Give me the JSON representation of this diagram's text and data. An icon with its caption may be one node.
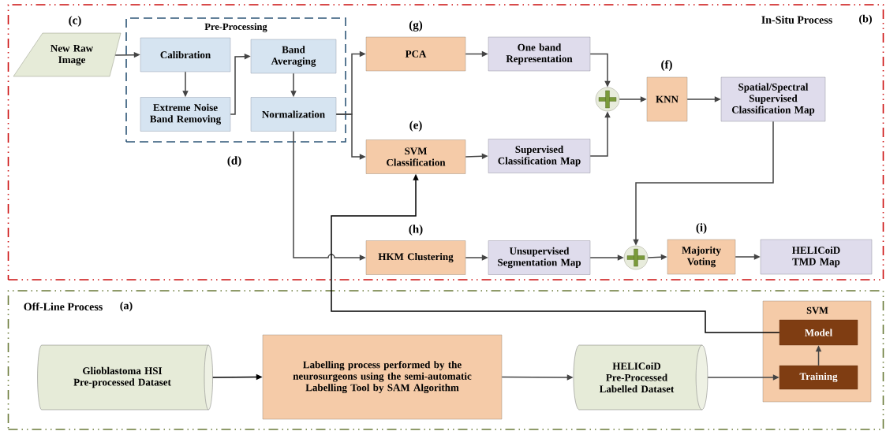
{
  "diagram": {
    "nodes": [
      {
        "text": [
          "In-Situ Process"
        ],
        "beside": [
          "(b)"
        ]
      },
      {
        "text": [
          "Off-Line Process"
        ],
        "beside": [
          "(a)"
        ]
      },
      {
        "text": [
          "New Raw Image"
        ],
        "beside": [
          "(c)"
        ],
        "in": 0
      },
      {
        "text": [
          "Pre-Processing"
        ],
        "beside": [
          "(d)"
        ],
        "in": 0
      },
      {
        "text": [
          "Calibration"
        ],
        "in": 3
      },
      {
        "text": [
          "Extreme Noise Band Removing"
        ],
        "in": 3
      },
      {
        "text": [
          "Band Averaging"
        ],
        "in": 3
      },
      {
        "text": [
          "Normalization"
        ],
        "in": 3
      },
      {
        "text": [
          "PCA"
        ],
        "beside": [
          "(g)"
        ],
        "in": 0
      },
      {
        "text": [
          "One band Representation"
        ],
        "in": 0
      },
      {
        "text": [
          "SVM Classification"
        ],
        "beside": [
          "(e)"
        ],
        "in": 0
      },
      {
        "text": [
          "Supervised Classification Map"
        ],
        "in": 0
      },
      {
        "text": [],
        "shape": "circle",
        "in": 0
      },
      {
        "text": [
          "KNN"
        ],
        "beside": [
          "(f)"
        ],
        "in": 0
      },
      {
        "text": [
          "Spatial/Spectral Supervised Classification Map"
        ],
        "in": 0
      },
      {
        "text": [
          "HKM Clustering"
        ],
        "beside": [
          "(h)"
        ],
        "in": 0
      },
      {
        "text": [
          "Unsupervised Segmentation Map"
        ],
        "in": 0
      },
      {
        "text": [],
        "shape": "circle",
        "in": 0
      },
      {
        "text": [
          "Majority Voting"
        ],
        "beside": [
          "(i)"
        ],
        "in": 0
      },
      {
        "text": [
          "HELICoiD TMD Map"
        ],
        "in": 0
      },
      {
        "text": [
          "Glioblastoma HSI Pre-processed Dataset"
        ],
        "in": 1
      },
      {
        "text": [
          "Labelling process performed by the neurosurgeons using the semi-automatic Labelling Tool by SAM Algorithm"
        ],
        "in": 1
      },
      {
        "text": [
          "HELICoiD Pre-Processed Labelled Dataset"
        ],
        "in": 1
      },
      {
        "text": [
          "SVM"
        ],
        "in": 1
      },
      {
        "text": [
          "Model"
        ],
        "in": 23
      },
      {
        "text": [
          "Training"
        ],
        "in": 23
      }
    ],
    "edges": [
      {
        "from": 2,
        "to": 4,
        "arrow": "to"
      },
      {
        "from": 4,
        "to": 5,
        "arrow": "to"
      },
      {
        "from": 5,
        "to": 6,
        "arrow": "to"
      },
      {
        "from": 6,
        "to": 7,
        "arrow": "to"
      },
      {
        "from": 7,
        "to": 8,
        "arrow": "to"
      },
      {
        "from": 7,
        "to": 10,
        "arrow": "to"
      },
      {
        "from": 7,
        "to": 15,
        "arrow": "to"
      },
      {
        "from": 8,
        "to": 9,
        "arrow": "to"
      },
      {
        "from": 9,
        "to": 12,
        "arrow": "to"
      },
      {
        "from": 10,
        "to": 11,
        "arrow": "to"
      },
      {
        "from": 11,
        "to": 12,
        "arrow": "to"
      },
      {
        "from": 12,
        "to": 13,
        "arrow": "to"
      },
      {
        "from": 13,
        "to": 14,
        "arrow": "to"
      },
      {
        "from": 14,
        "to": 17,
        "arrow": "to"
      },
      {
        "from": 15,
        "to": 16,
        "arrow": "to"
      },
      {
        "from": 16,
        "to": 17,
        "arrow": "to"
      },
      {
        "from": 17,
        "to": 18,
        "arrow": "to"
      },
      {
        "from": 18,
        "to": 19,
        "arrow": "to"
      },
      {
        "from": 20,
        "to": 21,
        "arrow": "to",
        "color": "#000000"
      },
      {
        "from": 21,
        "to": 22,
        "arrow": "to"
      },
      {
        "from": 22,
        "to": 25,
        "arrow": "to"
      },
      {
        "from": 25,
        "to": 24,
        "arrow": "to"
      },
      {
        "from": 24,
        "to": 10,
        "arrow": "to",
        "color": "#000000"
      }
    ]
  }
}
